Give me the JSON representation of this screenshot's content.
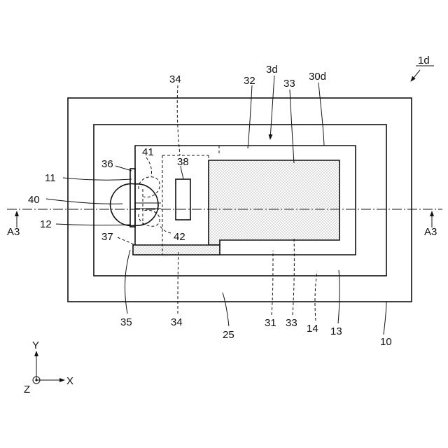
{
  "figure": {
    "labels": {
      "fig_ref": "1d",
      "l3d": "3d",
      "l30d": "30d",
      "l32": "32",
      "l33_top": "33",
      "l34_top": "34",
      "l34_bottom": "34",
      "l36": "36",
      "l41": "41",
      "l38": "38",
      "l11": "11",
      "l40": "40",
      "l12": "12",
      "l37": "37",
      "l42": "42",
      "l35": "35",
      "l25": "25",
      "l31": "31",
      "l33_bottom": "33",
      "l14": "14",
      "l13": "13",
      "l10": "10",
      "section_left": "A3",
      "section_right": "A3",
      "axis_y": "Y",
      "axis_x": "X",
      "axis_z": "Z"
    }
  }
}
